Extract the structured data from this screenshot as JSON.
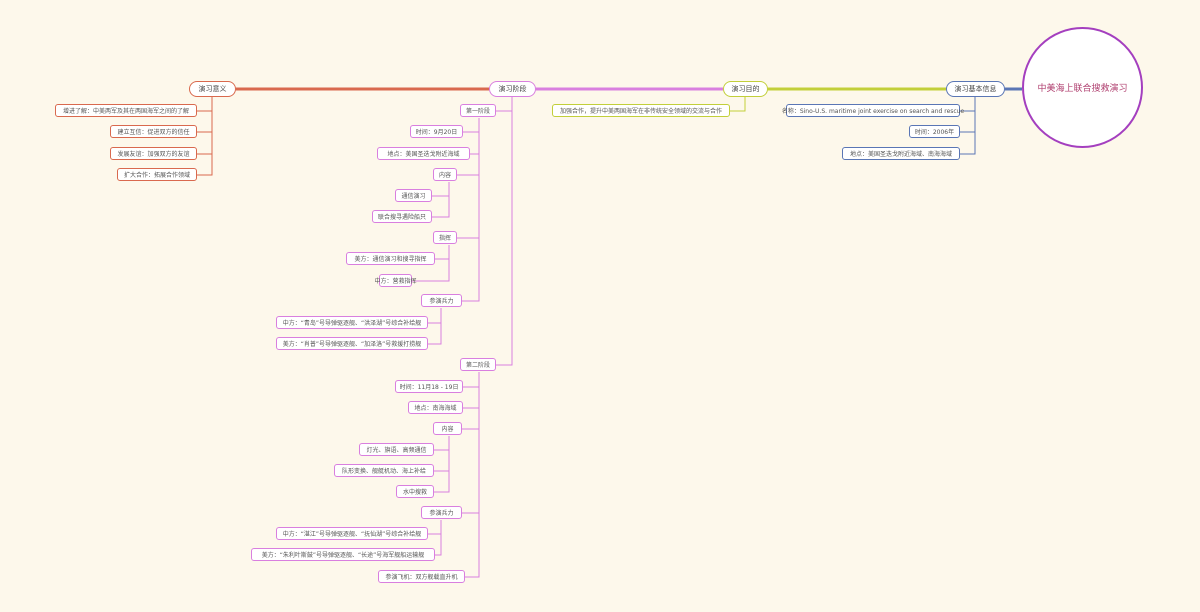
{
  "root": "中美海上联合搜救演习",
  "colors": {
    "blue": "#5a76b5",
    "green": "#c2cf3a",
    "pink": "#d97fdf",
    "red": "#d9694e",
    "root": "#a43fbf"
  },
  "basic": {
    "title": "演习基本信息",
    "name": "名称：Sino-U.S. maritime joint exercise on search and rescue",
    "time": "时间：2006年",
    "place": "地点：美国圣迭戈附近海域、南海海域"
  },
  "purpose": {
    "title": "演习目的",
    "item": "加强合作，提升中美两国海军在非传统安全领域的交流与合作"
  },
  "phases": {
    "title": "演习阶段",
    "p1": {
      "title": "第一阶段",
      "time": "时间：9月20日",
      "place": "地点：美国圣迭戈附近海域",
      "content": {
        "title": "内容",
        "items": [
          "通信演习",
          "联合搜寻遇险船只"
        ]
      },
      "command": {
        "title": "指挥",
        "items": [
          "美方：通信演习和搜寻指挥",
          "中方：营救指挥"
        ]
      },
      "forces": {
        "title": "参演兵力",
        "items": [
          "中方：“青岛”号导弹驱逐舰、“洪泽湖”号综合补给舰",
          "美方：“肖普”号导弹驱逐舰、“加泽洛”号救援打捞舰"
        ]
      }
    },
    "p2": {
      "title": "第二阶段",
      "time": "时间：11月18 - 19日",
      "place": "地点：南海海域",
      "content": {
        "title": "内容",
        "items": [
          "灯光、旗语、高频通信",
          "队形变换、舰艇机动、海上补给",
          "水中搜救"
        ]
      },
      "forces": {
        "title": "参演兵力",
        "items": [
          "中方：“湛江”号导弹驱逐舰、“抚仙湖”号综合补给舰",
          "美方：“朱利叶斯鼓”号导弹驱逐舰、“长途”号海军舰船运输舰"
        ]
      },
      "aircraft": "参演飞机：双方舰载直升机"
    }
  },
  "significance": {
    "title": "演习意义",
    "items": [
      "增进了解：中美两军及其在两国海军之间的了解",
      "建立互信：促进双方的信任",
      "发展友谊：加强双方的友谊",
      "扩大合作：拓展合作领域"
    ]
  }
}
